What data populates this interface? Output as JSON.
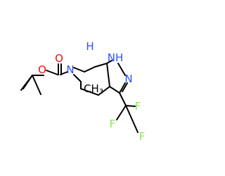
{
  "molecule": {
    "atoms": {
      "o_carbonyl": {
        "text": "O",
        "color": "#ff0d0d"
      },
      "o_ester": {
        "text": "O",
        "color": "#ff0d0d"
      },
      "n_ring": {
        "text": "N",
        "color": "#3050f8"
      },
      "nh": {
        "text": "NH",
        "color": "#3050f8",
        "h_text": "H"
      },
      "n_azole": {
        "text": "N",
        "color": "#3050f8"
      },
      "f1": {
        "text": "F",
        "color": "#90e050"
      },
      "f2": {
        "text": "F",
        "color": "#90e050"
      },
      "f3": {
        "text": "F",
        "color": "#90e050"
      },
      "ch3": {
        "text": "CH",
        "sub": "3",
        "color": "#000000"
      }
    },
    "bond_color": "#000000"
  }
}
